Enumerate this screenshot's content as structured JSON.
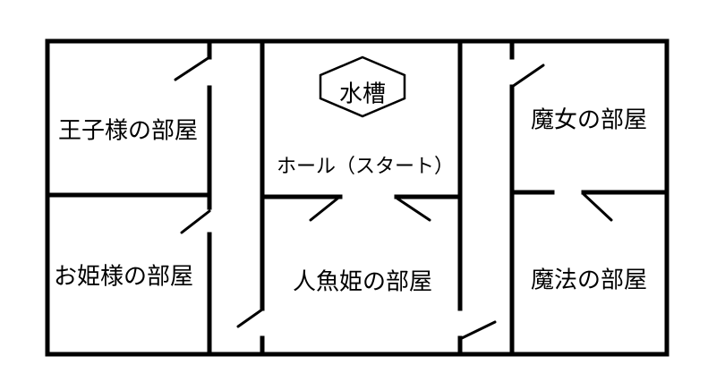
{
  "rooms": {
    "prince": "王子様の部屋",
    "princess": "お姫様の部屋",
    "hall": "ホール（スタート）",
    "tank": "水槽",
    "mermaid": "人魚姫の部屋",
    "witch": "魔女の部屋",
    "magic": "魔法の部屋"
  }
}
